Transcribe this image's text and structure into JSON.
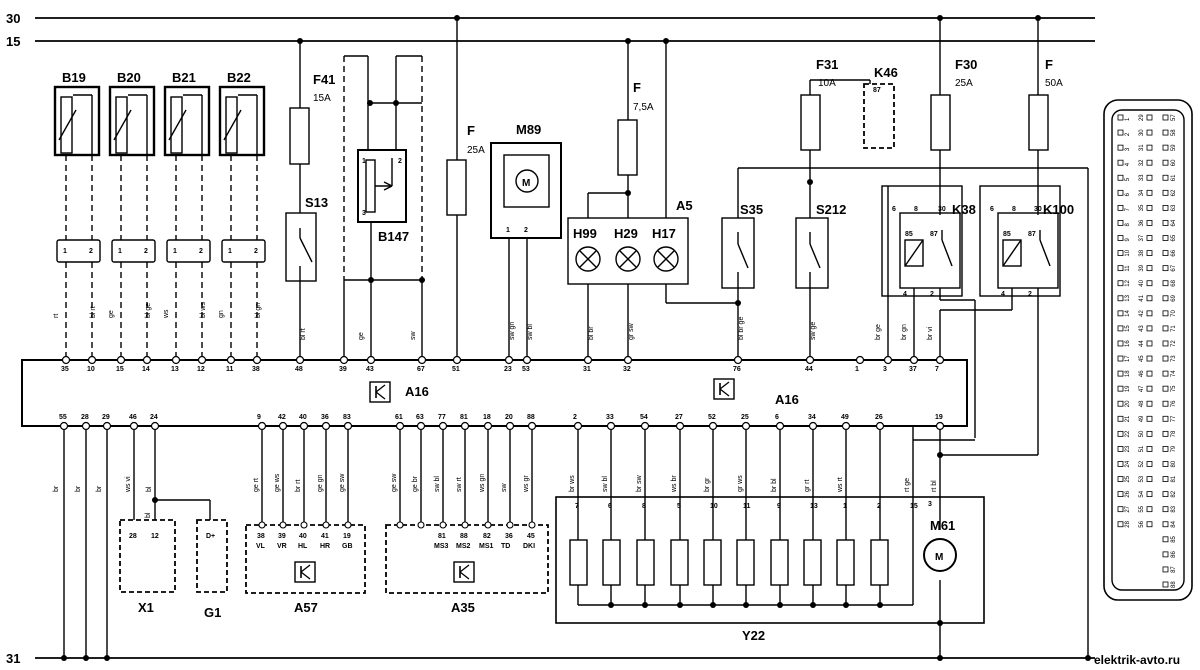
{
  "buses": {
    "b30": "30",
    "b15": "15",
    "b31": "31"
  },
  "sensors": [
    "B19",
    "B20",
    "B21",
    "B22"
  ],
  "sensor_wires": [
    [
      "rt",
      "bl rt"
    ],
    [
      "ge",
      "bl ge"
    ],
    [
      "ws",
      "bl ws"
    ],
    [
      "gn",
      "bl gn"
    ]
  ],
  "sensor_pins": [
    [
      "35",
      "10"
    ],
    [
      "15",
      "14"
    ],
    [
      "13",
      "12"
    ],
    [
      "11",
      "38"
    ]
  ],
  "fuses": {
    "f41": {
      "name": "F41",
      "rating": "15A"
    },
    "f_25a": {
      "name": "F",
      "rating": "25A"
    },
    "f_75a": {
      "name": "F",
      "rating": "7,5A"
    },
    "f31": {
      "name": "F31",
      "rating": "10A"
    },
    "f30": {
      "name": "F30",
      "rating": "25A"
    },
    "f_50a": {
      "name": "F",
      "rating": "50A"
    }
  },
  "components": {
    "s13": "S13",
    "b147": "B147",
    "m89": "M89",
    "a5": "A5",
    "h99": "H99",
    "h29": "H29",
    "h17": "H17",
    "s35": "S35",
    "s212": "S212",
    "k46": "K46",
    "k38": "K38",
    "k100": "K100",
    "a16_left": "A16",
    "a16_right": "A16",
    "x1": "X1",
    "g1": "G1",
    "a57": "A57",
    "a35": "A35",
    "y22": "Y22",
    "m61": "M61"
  },
  "a16_top_pins": [
    "48",
    "39",
    "43",
    "67",
    "51",
    "23",
    "53",
    "31",
    "32",
    "76",
    "44",
    "1",
    "3",
    "37",
    "7"
  ],
  "a16_top_wires": [
    "bl rt",
    "ge",
    "sw",
    "sw gn",
    "sw bl",
    "bl br",
    "gr sw",
    "bl br ge",
    "sw ge",
    "br ge",
    "br gn",
    "br vi"
  ],
  "a16_bottom_pins": [
    "55",
    "28",
    "29",
    "46",
    "24",
    "9",
    "42",
    "40",
    "36",
    "83",
    "61",
    "63",
    "77",
    "81",
    "18",
    "20",
    "88",
    "2",
    "33",
    "54",
    "27",
    "52",
    "25",
    "6",
    "34",
    "49",
    "26",
    "19"
  ],
  "bottom_wires": {
    "ground": [
      "br",
      "br",
      "br"
    ],
    "x1": [
      "ws vi",
      "bl",
      "bl"
    ],
    "a57": [
      "ge rt",
      "ge ws",
      "br rt",
      "ge gn",
      "ge sw"
    ],
    "a35": [
      "ge sw",
      "ge br",
      "sw bl",
      "sw rt",
      "ws gn",
      "sw",
      "ws gr"
    ],
    "y22": [
      "br ws",
      "sw bl",
      "br sw",
      "ws br",
      "br gr",
      "gr ws",
      "br bl",
      "gr rt",
      "ws rt"
    ],
    "m61": [
      "rt ge",
      "rt bl"
    ]
  },
  "x1_pins": [
    "28",
    "12"
  ],
  "g1_pin": "D+",
  "a57_pins": [
    [
      "38",
      "VL"
    ],
    [
      "39",
      "VR"
    ],
    [
      "40",
      "HL"
    ],
    [
      "41",
      "HR"
    ],
    [
      "19",
      "GB"
    ]
  ],
  "a35_pins": [
    [
      "81",
      "MS3"
    ],
    [
      "88",
      "MS2"
    ],
    [
      "82",
      "MS1"
    ],
    [
      "36",
      "TD"
    ],
    [
      "45",
      "DKI"
    ]
  ],
  "a35_pins_top": [
    "81",
    "88",
    "82",
    "36",
    "45"
  ],
  "y22_pins": [
    "7",
    "6",
    "8",
    "5",
    "10",
    "11",
    "9",
    "13",
    "1",
    "2",
    "15"
  ],
  "m61_pin": "3",
  "k46_pin": "87",
  "k38_pins": [
    "6",
    "8",
    "30",
    "85",
    "87",
    "4",
    "2"
  ],
  "k100_pins": [
    "6",
    "8",
    "30",
    "85",
    "87",
    "4",
    "2"
  ],
  "b147_pins": [
    "1",
    "2",
    "3"
  ],
  "m89_pins": [
    "1",
    "2"
  ],
  "connector_left": [
    "1",
    "2",
    "3",
    "4",
    "5",
    "6",
    "7",
    "8",
    "9",
    "10",
    "11",
    "12",
    "13",
    "14",
    "15",
    "16",
    "17",
    "18",
    "19",
    "20",
    "21",
    "22",
    "23",
    "24",
    "25",
    "26",
    "27",
    "28"
  ],
  "connector_mid": [
    "29",
    "30",
    "31",
    "32",
    "33",
    "34",
    "35",
    "36",
    "37",
    "38",
    "39",
    "40",
    "41",
    "42",
    "43",
    "44",
    "45",
    "46",
    "47",
    "48",
    "49",
    "50",
    "51",
    "52",
    "53",
    "54",
    "55",
    "56"
  ],
  "connector_right": [
    "57",
    "58",
    "59",
    "60",
    "61",
    "62",
    "63",
    "64",
    "65",
    "66",
    "67",
    "68",
    "69",
    "70",
    "71",
    "72",
    "73",
    "74",
    "75",
    "76",
    "77",
    "78",
    "79",
    "80",
    "81",
    "82",
    "83",
    "84",
    "85",
    "86",
    "87",
    "88"
  ],
  "watermark": "elektrik-avto.ru"
}
